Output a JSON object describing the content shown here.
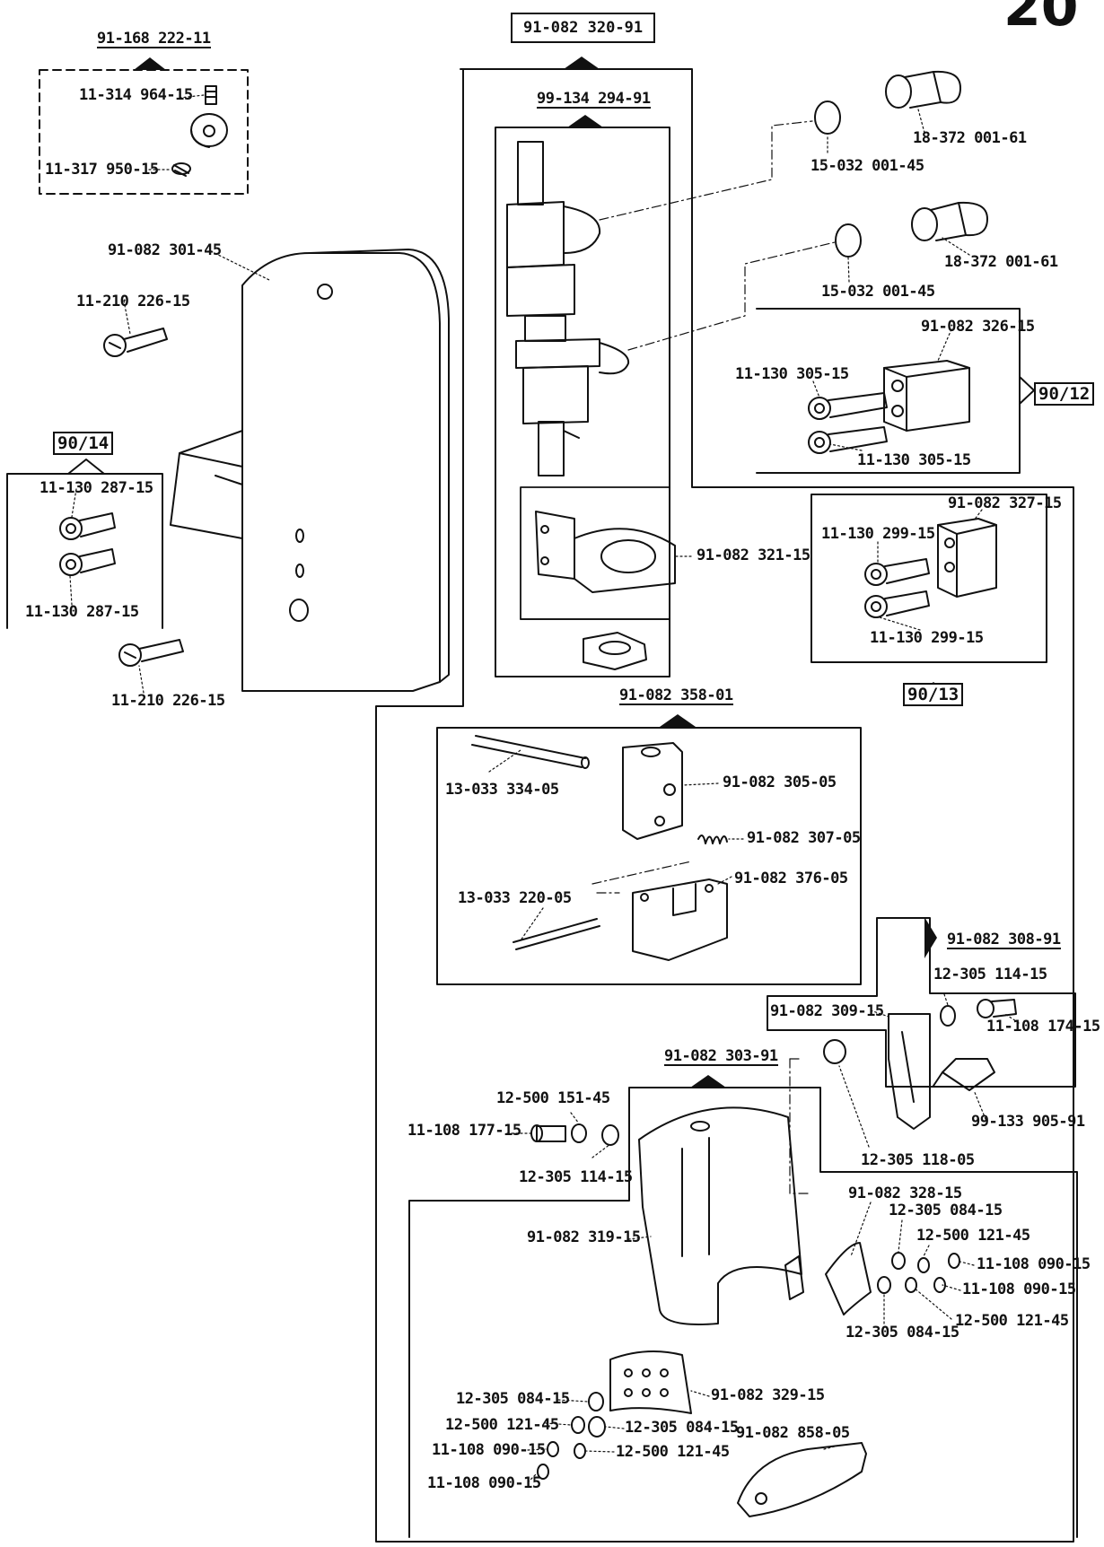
{
  "page_corner_text": "20",
  "assemblies": {
    "top_left_group": "91-168 222-11",
    "main_group": "91-082 320-91",
    "valve_group": "99-134 294-91",
    "guide_group": "91-082 358-01",
    "bracket_group": "91-082 308-91",
    "plate_group": "91-082 303-91"
  },
  "page_refs": {
    "ref_left": "90/14",
    "ref_right_top": "90/12",
    "ref_right_mid": "90/13"
  },
  "parts": {
    "screw_set": "11-314 964-15",
    "screw_set2": "11-317 950-15",
    "cover": "91-082 301-45",
    "screw_cover_top": "11-210 226-15",
    "screw_cover_bottom": "11-210 226-15",
    "left_screw_top": "11-130 287-15",
    "left_screw_bottom": "11-130 287-15",
    "fitting_top": "18-372 001-61",
    "seal_top": "15-032 001-45",
    "fitting_mid": "18-372 001-61",
    "seal_mid": "15-032 001-45",
    "block_top": "91-082 326-15",
    "screw_block_top_a": "11-130 305-15",
    "screw_block_top_b": "11-130 305-15",
    "block_mid": "91-082 327-15",
    "screw_block_mid_a": "11-130 299-15",
    "screw_block_mid_b": "11-130 299-15",
    "clamp": "91-082 321-15",
    "pin_long": "13-033 334-05",
    "guide_block": "91-082 305-05",
    "spring": "91-082 307-05",
    "holder": "91-082 376-05",
    "pin_short": "13-033 220-05",
    "washer_a": "12-305 114-15",
    "screw_a": "11-108 174-15",
    "lever": "91-082 309-15",
    "nipple": "99-133 905-91",
    "washer_b": "12-305 118-05",
    "washer_lock_a": "12-500 151-45",
    "screw_b": "11-108 177-15",
    "washer_c": "12-305 114-15",
    "plate_curved": "91-082 319-15",
    "plate_small": "91-082 328-15",
    "w1": "12-305 084-15",
    "lw1": "12-500 121-45",
    "s1": "11-108 090-15",
    "s2": "11-108 090-15",
    "lw2": "12-500 121-45",
    "w2": "12-305 084-15",
    "plate_holes": "91-082 329-15",
    "w3": "12-305 084-15",
    "lw3": "12-500 121-45",
    "w4": "12-305 084-15",
    "s3": "11-108 090-15",
    "lw4": "12-500 121-45",
    "s4": "11-108 090-15",
    "shoe": "91-082 858-05"
  }
}
